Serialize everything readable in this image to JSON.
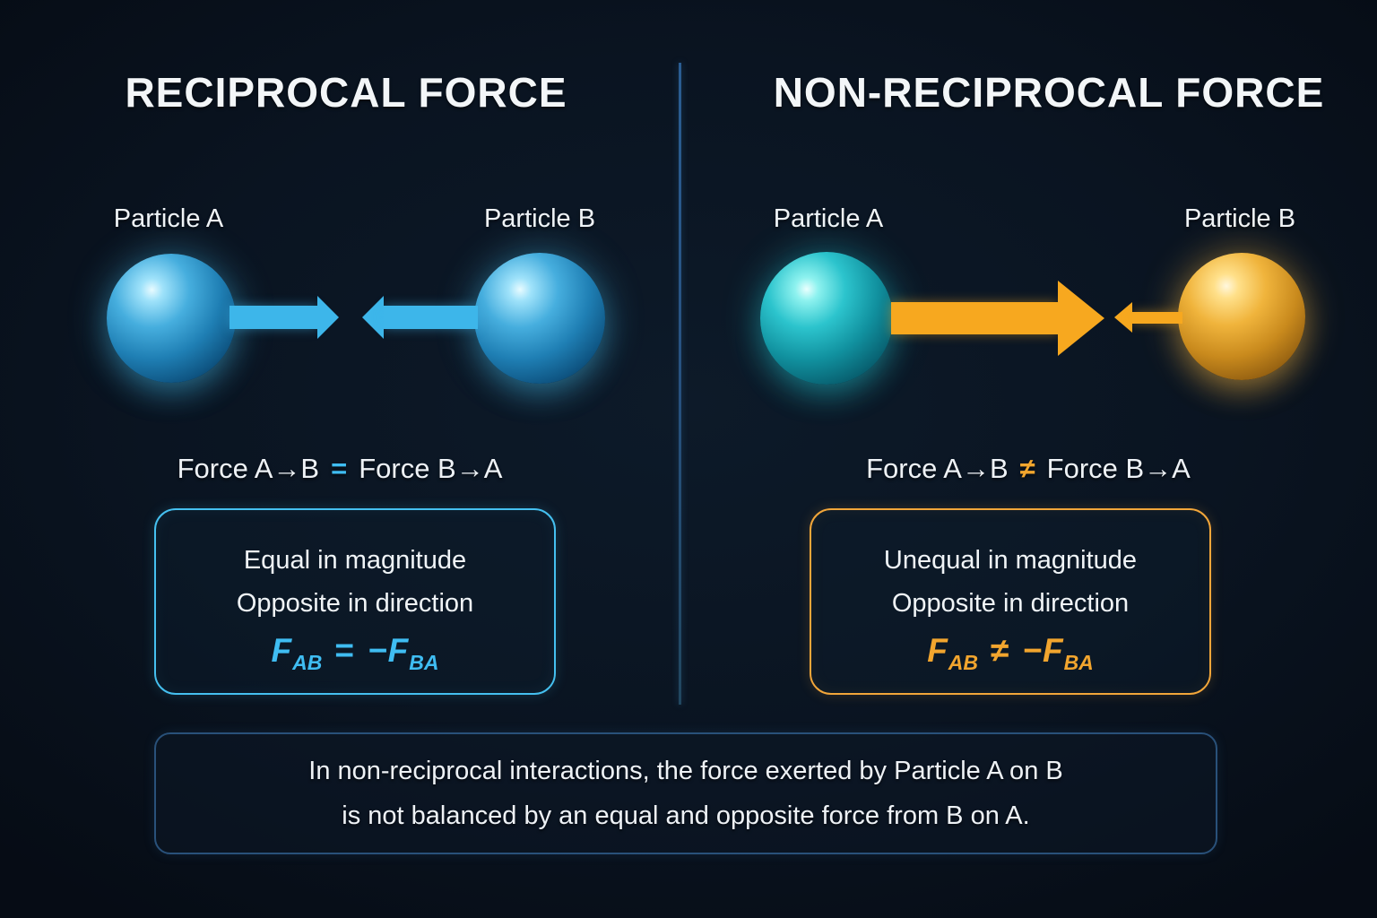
{
  "titles": {
    "left": "RECIPROCAL FORCE",
    "right": "NON-RECIPROCAL FORCE"
  },
  "left_panel": {
    "particle_a_label": "Particle A",
    "particle_b_label": "Particle B",
    "relation_lhs": "Force A→B",
    "relation_op": "=",
    "relation_rhs": "Force B→A",
    "box_line1": "Equal in magnitude",
    "box_line2": "Opposite in direction",
    "formula_f1": "F",
    "formula_sub1": "AB",
    "formula_op": "=",
    "formula_f2": "−F",
    "formula_sub2": "BA"
  },
  "right_panel": {
    "particle_a_label": "Particle A",
    "particle_b_label": "Particle B",
    "relation_lhs": "Force A→B",
    "relation_op": "≠",
    "relation_rhs": "Force B→A",
    "box_line1": "Unequal in magnitude",
    "box_line2": "Opposite in direction",
    "formula_f1": "F",
    "formula_sub1": "AB",
    "formula_op": "≠",
    "formula_f2": "−F",
    "formula_sub2": "BA"
  },
  "footer": {
    "line1": "In non-reciprocal interactions, the force exerted by Particle A on B",
    "line2": "is not balanced by an equal and opposite force from B on A."
  },
  "colors": {
    "background": "#0a1421",
    "blue_accent": "#3db6ea",
    "teal_sphere": "#11919f",
    "gold_sphere": "#f0b43c",
    "orange_accent": "#f7a81f",
    "blue_box_border": "#45c0f0",
    "orange_box_border": "#f2a63a",
    "footer_border": "#29517a",
    "divider": "#2a5d92",
    "text": "#eef2f6"
  }
}
